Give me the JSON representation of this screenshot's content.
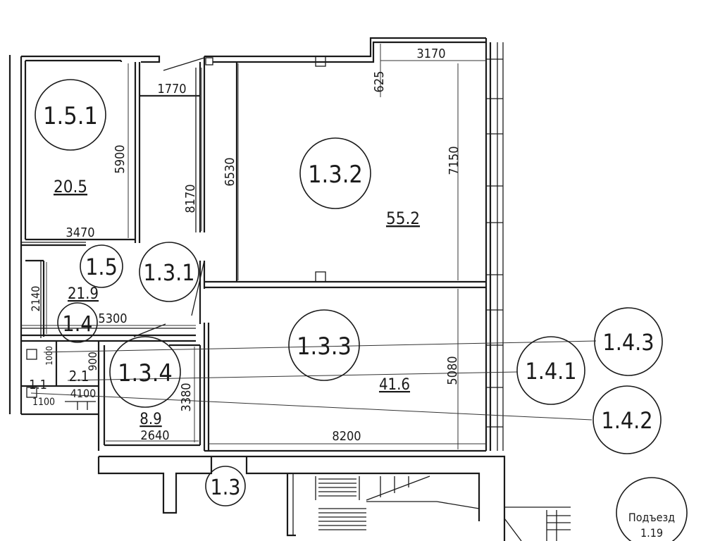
{
  "rooms": [
    {
      "id": "1.5.1",
      "area": "20.5"
    },
    {
      "id": "1.3.2",
      "area": "55.2"
    },
    {
      "id": "1.3.3",
      "area": "41.6"
    },
    {
      "id": "1.3.4",
      "area": "8.9"
    },
    {
      "id": "1.5",
      "area": "21.9"
    },
    {
      "id": "1.3.1",
      "area": ""
    },
    {
      "id": "1.4",
      "area": ""
    },
    {
      "id": "1.3",
      "area": ""
    },
    {
      "id": "1.4.1",
      "area": ""
    },
    {
      "id": "1.4.2",
      "area": ""
    },
    {
      "id": "1.4.3",
      "area": ""
    }
  ],
  "small_labels": {
    "a": "2.1",
    "b": "1.1",
    "c": "4100",
    "d": "1100",
    "e": "900",
    "f": "1000"
  },
  "dimensions": [
    "3170",
    "625",
    "1770",
    "5900",
    "6530",
    "8170",
    "7150",
    "3470",
    "2140",
    "5300",
    "5080",
    "3380",
    "2640",
    "8200"
  ],
  "entrance": {
    "title": "Подъезд",
    "number": "1.19"
  },
  "colors": {
    "line": "#1a1a1a",
    "background": "#ffffff"
  }
}
